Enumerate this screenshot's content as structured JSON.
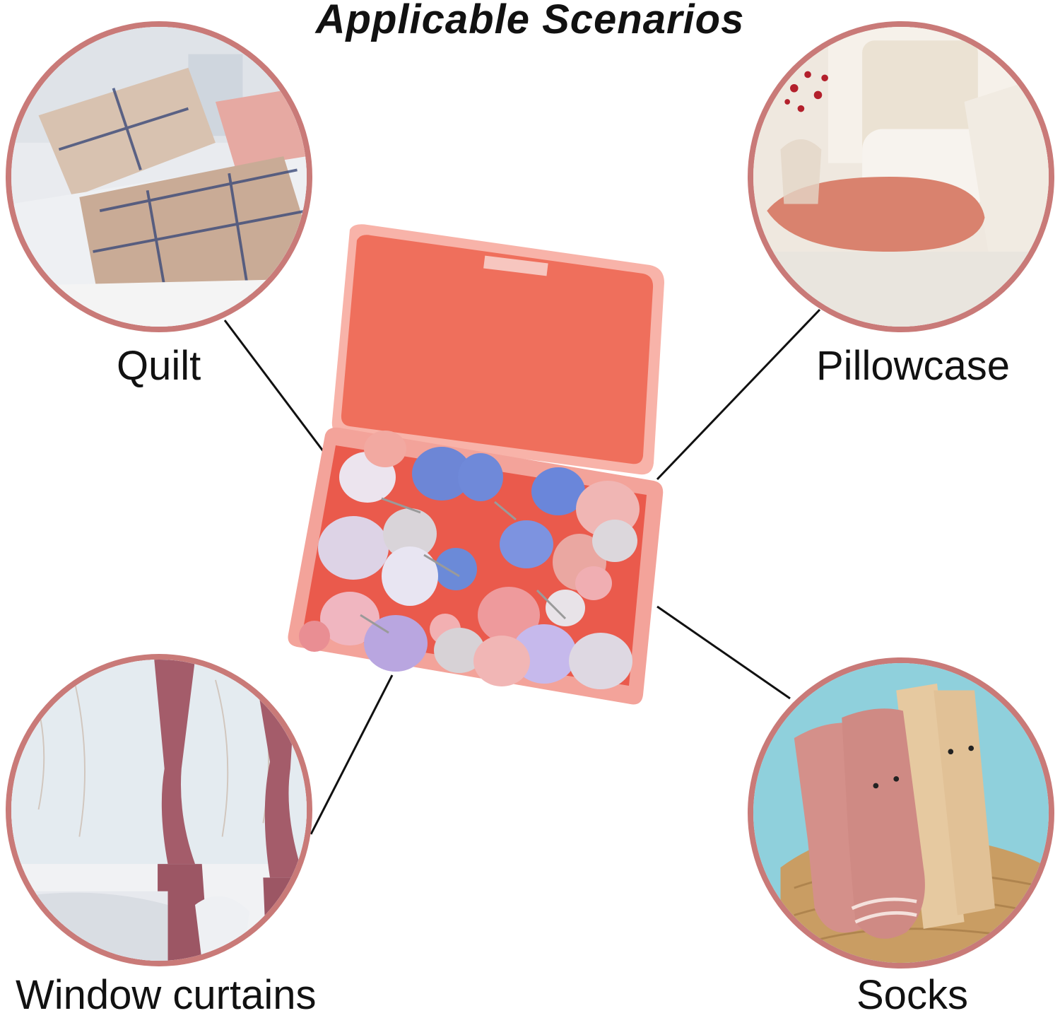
{
  "title": "Applicable Scenarios",
  "scenarios": [
    {
      "label": "Quilt",
      "icon": "quilt-bed-photo"
    },
    {
      "label": "Pillowcase",
      "icon": "pillow-photo"
    },
    {
      "label": "Window curtains",
      "icon": "curtain-photo"
    },
    {
      "label": "Socks",
      "icon": "socks-photo"
    }
  ],
  "product": {
    "icon": "pin-storage-box-photo"
  },
  "colors": {
    "circle_border": "#c97a78",
    "box_lid": "#ef6f5c",
    "box_base": "#f3a39a"
  }
}
